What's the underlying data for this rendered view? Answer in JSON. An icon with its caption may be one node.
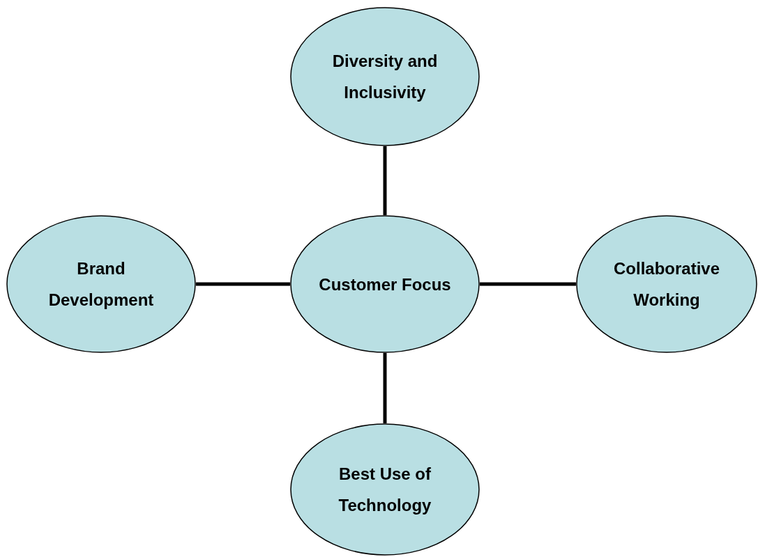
{
  "diagram": {
    "nodes": [
      {
        "text": [
          "Diversity and Inclusivity"
        ]
      },
      {
        "text": [
          "Brand Development"
        ]
      },
      {
        "text": [
          "Customer Focus"
        ]
      },
      {
        "text": [
          "Collaborative Working"
        ]
      },
      {
        "text": [
          "Best Use of Technology"
        ]
      }
    ],
    "edges": [
      {
        "from": 2,
        "to": 0,
        "arrow": "none"
      },
      {
        "from": 1,
        "to": 2,
        "arrow": "none"
      },
      {
        "from": 2,
        "to": 3,
        "arrow": "none"
      },
      {
        "from": 2,
        "to": 4,
        "arrow": "none"
      }
    ]
  }
}
